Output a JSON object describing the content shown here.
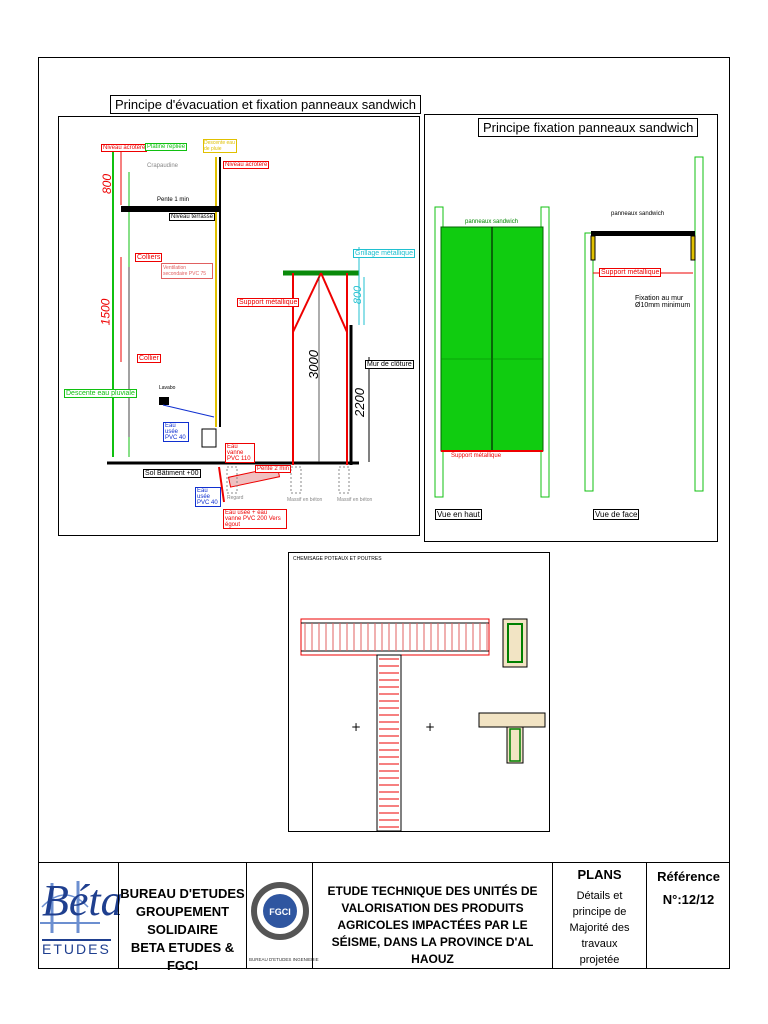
{
  "left_panel": {
    "title": "Principe d'évacuation et fixation panneaux sandwich",
    "labels": {
      "niveau_acrotere_1": "Niveau acrotère",
      "platine_repliee": "Platine repliée",
      "crapaudine": "Crapaudine",
      "descente_eau_pluie": "Descente eau de pluie",
      "niveau_acrotere_2": "Niveau acrotère",
      "pente_1": "Pente 1 min",
      "niveau_terrasse": "Niveau terrasse",
      "colliers": "Colliers",
      "ventilation": "Ventilation secondaire PVC 75",
      "grillage": "Grillage métallique",
      "support_metallique": "Support métallique",
      "collier": "Collier",
      "mur_cloture": "Mur de clôture",
      "descente_eau_pluviale": "Descente eau pluviale",
      "lavabo": "Lavabo",
      "eau_usee_1": "Eau usée PVC 40",
      "eau_vanne": "Eau vanne PVC 110",
      "pente_2": "Pente 2 min",
      "sol_batiment": "Sol Bâtiment +00",
      "eau_usee_2": "Eau usée PVC 40",
      "eau_usee_vanne": "Eau usée + eau vanne PVC 200 Vers égout",
      "regard": "Regard",
      "massif_1": "Massif en béton",
      "massif_2": "Massif en béton"
    },
    "dimensions": {
      "d800a": "800",
      "d1500": "1500",
      "d3000": "3000",
      "d800b": "800",
      "d2200": "2200"
    }
  },
  "right_panel": {
    "title": "Principe fixation panneaux sandwich",
    "panneaux_1": "panneaux sandwich",
    "support_1": "Support métallique",
    "vue_haut": "Vue en haut",
    "panneaux_2": "panneaux sandwich",
    "support_2": "Support métallique",
    "fixation": "Fixation au mur Ø10mm minimum",
    "vue_face": "Vue de face"
  },
  "bottom_panel": {
    "title": "CHEMISAGE POTEAUX ET POUTRES"
  },
  "title_block": {
    "logo_beta_main": "Béta",
    "logo_beta_sub": "ETUDES",
    "bureau_line1": "BUREAU D'ETUDES",
    "bureau_line2": "GROUPEMENT SOLIDAIRE",
    "bureau_line3": "BETA ETUDES & FGCI",
    "fgci_logo": "FGCI",
    "fgci_caption": "BUREAU D'ETUDES INGENIERIE",
    "project_text": "ETUDE TECHNIQUE DES UNITÉS DE VALORISATION DES PRODUITS AGRICOLES IMPACTÉES PAR LE SÉISME, DANS LA PROVINCE D'AL HAOUZ",
    "plans_title": "PLANS",
    "plans_sub": "Détails et principe de Majorité des travaux projetée",
    "reference_title": "Référence",
    "reference_value": "N°:12/12"
  }
}
